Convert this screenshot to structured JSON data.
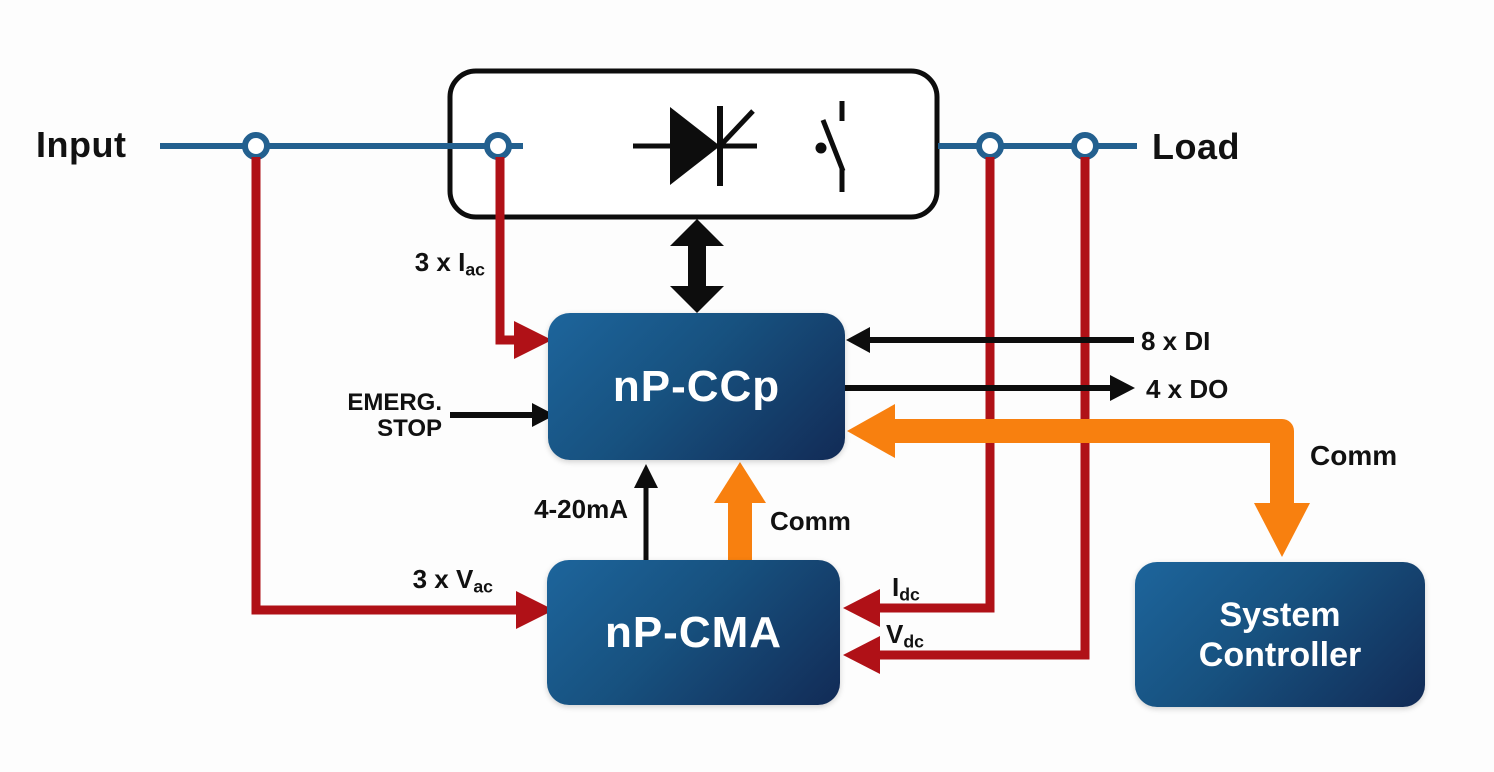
{
  "labels": {
    "input": "Input",
    "load": "Load",
    "iac": {
      "main": "3 x I",
      "sub": "ac"
    },
    "vac": {
      "main": "3 x V",
      "sub": "ac"
    },
    "idc": {
      "main": "I",
      "sub": "dc"
    },
    "vdc": {
      "main": "V",
      "sub": "dc"
    },
    "di": "8 x DI",
    "do": "4 x DO",
    "emerg": {
      "line1": "EMERG.",
      "line2": "STOP"
    },
    "analog": "4-20mA",
    "comm_internal": "Comm",
    "comm_system": "Comm"
  },
  "nodes": {
    "ccp": "nP-CCp",
    "cma": "nP-CMA",
    "controller": {
      "line1": "System",
      "line2": "Controller"
    }
  },
  "colors": {
    "bus_blue": "#23608f",
    "measure_red": "#b01117",
    "comm_orange": "#f8800f",
    "signal_black": "#0d0d0d",
    "box_gradient_start": "#1d659c",
    "box_gradient_end": "#122b56",
    "text_white": "#ffffff"
  }
}
